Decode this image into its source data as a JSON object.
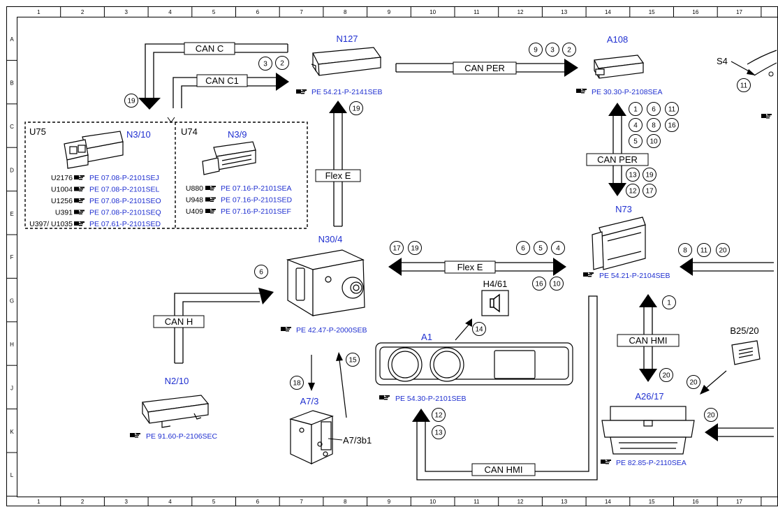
{
  "grid": {
    "columns": [
      "1",
      "2",
      "3",
      "4",
      "5",
      "6",
      "7",
      "8",
      "9",
      "10",
      "11",
      "12",
      "13",
      "14",
      "15",
      "16",
      "17"
    ],
    "rows": [
      "A",
      "B",
      "C",
      "D",
      "E",
      "F",
      "G",
      "H",
      "J",
      "K",
      "L"
    ]
  },
  "colors": {
    "accent_blue": "#1f2fd0",
    "line": "#000000"
  },
  "icons": {
    "reference": "pointing-hand-icon",
    "callout": "numbered-circle",
    "speaker": "speaker-icon"
  },
  "components": {
    "n127": {
      "name": "N127",
      "ref": "PE 54.21-P-2141SEB"
    },
    "a108": {
      "name": "A108",
      "ref": "PE 30.30-P-2108SEA"
    },
    "s4": {
      "name": "S4"
    },
    "u75": "U75",
    "u74": "U74",
    "n3_10": {
      "name": "N3/10",
      "refs": [
        {
          "code": "U2176",
          "ref": "PE 07.08-P-2101SEJ"
        },
        {
          "code": "U1004",
          "ref": "PE 07.08-P-2101SEL"
        },
        {
          "code": "U1256",
          "ref": "PE 07.08-P-2101SEO"
        },
        {
          "code": "U391",
          "ref": "PE 07.08-P-2101SEQ"
        },
        {
          "code": "U397/ U1035",
          "ref": "PE 07.61-P-2101SED"
        }
      ]
    },
    "n3_9": {
      "name": "N3/9",
      "refs": [
        {
          "code": "U880",
          "ref": "PE 07.16-P-2101SEA"
        },
        {
          "code": "U948",
          "ref": "PE 07.16-P-2101SED"
        },
        {
          "code": "U409",
          "ref": "PE 07.16-P-2101SEF"
        }
      ]
    },
    "n73": {
      "name": "N73",
      "ref": "PE 54.21-P-2104SEB"
    },
    "n30_4": {
      "name": "N30/4",
      "ref": "PE 42.47-P-2000SEB"
    },
    "h4_61": {
      "name": "H4/61"
    },
    "a1": {
      "name": "A1",
      "ref": "PE 54.30-P-2101SEB"
    },
    "b25_20": {
      "name": "B25/20"
    },
    "a26_17": {
      "name": "A26/17",
      "ref": "PE 82.85-P-2110SEA"
    },
    "n2_10": {
      "name": "N2/10",
      "ref": "PE 91.60-P-2106SEC"
    },
    "a7_3": {
      "name": "A7/3"
    },
    "a7_3b1": {
      "name": "A7/3b1"
    }
  },
  "buses": {
    "can_c": "CAN C",
    "can_c1": "CAN C1",
    "can_per_top": "CAN PER",
    "can_per_vertical": "CAN PER",
    "flex_e_vertical": "Flex E",
    "flex_e_horizontal": "Flex E",
    "can_h": "CAN H",
    "can_hmi_vertical": "CAN HMI",
    "can_hmi_bottom": "CAN HMI"
  },
  "callouts": {
    "n127": [
      "3",
      "2"
    ],
    "n127_in": "19",
    "ecu_in": "19",
    "a108_top": [
      "9",
      "3",
      "2"
    ],
    "s4": "11",
    "a108_side": [
      "1",
      "6",
      "11",
      "4",
      "8",
      "16",
      "5",
      "10"
    ],
    "n73_top": [
      "13",
      "19",
      "12",
      "17"
    ],
    "n30_4_flex_left": [
      "17",
      "19"
    ],
    "n30_4_flex_right_top": [
      "6",
      "5",
      "4"
    ],
    "n30_4_flex_right_bottom": [
      "16",
      "10"
    ],
    "n73_right": [
      "8",
      "11",
      "20"
    ],
    "can_h": "6",
    "h4_61": "14",
    "n30_4_a7_3_down": "18",
    "n30_4_a7_3_up": "15",
    "a1_can_hmi": [
      "12",
      "13"
    ],
    "a26_17_up": "1",
    "a26_17_down": "20",
    "b25_20": "20",
    "a26_17_right": "20"
  }
}
